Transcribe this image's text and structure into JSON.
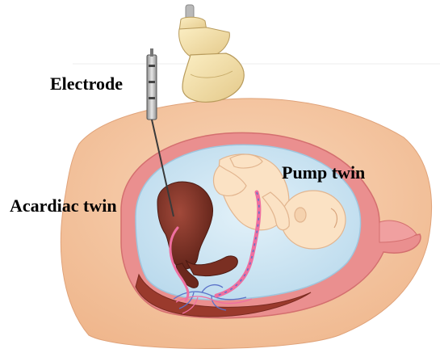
{
  "labels": {
    "electrode": "Electrode",
    "pump_twin": "Pump twin",
    "acardiac_twin": "Acardiac twin"
  },
  "colors": {
    "abdomen_skin": "#f4c4a0",
    "uterine_wall": "#e98a8a",
    "amniotic_fluid": "#cfe6f3",
    "pump_twin_skin": "#fbe2c4",
    "acardiac_twin": "#7a2f22",
    "probe": "#f3dfa5",
    "umbilical_cord": "#ef6fa0",
    "vessels": "#5b73c9"
  }
}
